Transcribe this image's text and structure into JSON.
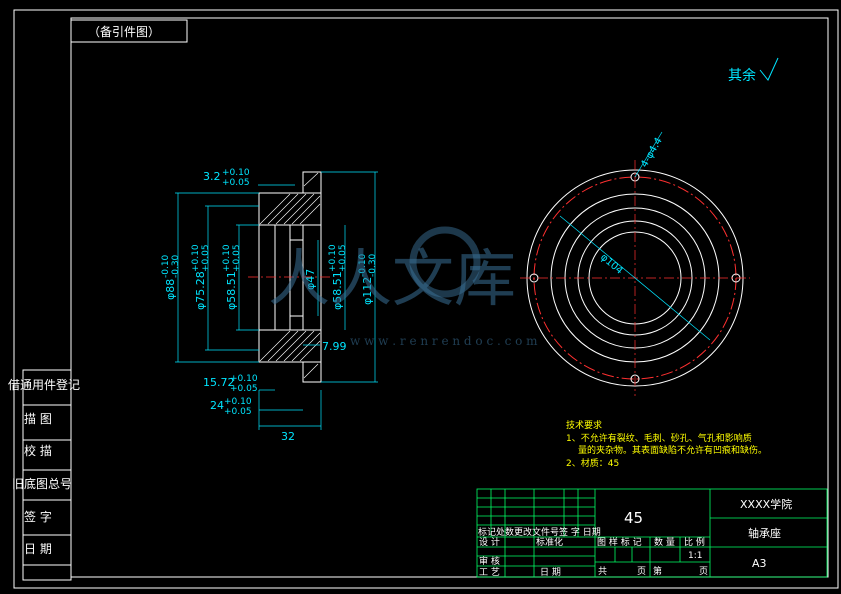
{
  "stamp_label": "（备引件图）",
  "surface_note": "其余",
  "side_labels": [
    "借通用件登记",
    "描 图",
    "校 描",
    "旧底图总号",
    "签 字",
    "日 期"
  ],
  "dimensions_left": {
    "d1": "3.2",
    "d1_tol": [
      "+0.10",
      "+0.05"
    ],
    "d_phi88": "φ88",
    "d_phi88_tol": [
      "-0.10",
      "-0.30"
    ],
    "d_phi75": "φ75.28",
    "d_phi75_tol": [
      "+0.10",
      "+0.05"
    ],
    "d_phi58": "φ58.51",
    "d_phi58_tol": [
      "+0.10",
      "+0.05"
    ],
    "d_phi47": "φ47",
    "d_phi58b": "φ58.51",
    "d_phi58b_tol": [
      "+0.10",
      "+0.05"
    ],
    "d_phi112": "φ112",
    "d_phi112_tol": [
      "-0.10",
      "-0.30"
    ],
    "d_799": "7.99",
    "d_1572": "15.72",
    "d_1572_tol": [
      "+0.10",
      "+0.05"
    ],
    "d_24": "24",
    "d_24_tol": [
      "+0.10",
      "+0.05"
    ],
    "d_32": "32"
  },
  "dimensions_right": {
    "holes": "4-φ4.4",
    "pcd": "φ104"
  },
  "tech_notes": {
    "title": "技术要求",
    "line1": "1、不允许有裂纹、毛刺、砂孔、气孔和影响质",
    "line2": "量的夹杂物。其表面缺陷不允许有凹痕和缺伤。",
    "line3": "2、材质：45"
  },
  "title_block": {
    "material": "45",
    "school": "XXXX学院",
    "part_name": "轴承座",
    "sheet_size": "A3",
    "scale": "1:1",
    "row_change": "标记处数更改文件号签 字 日期",
    "design": "设 计",
    "standard": "标准化",
    "review": "审 核",
    "process": "工 艺",
    "date": "日 期",
    "stage_hdr": "图 样 标 记",
    "weight_hdr": "数 量",
    "scale_hdr": "比 例",
    "total": "共",
    "sheet_of": "页",
    "no": "第",
    "sheet_of2": "页"
  },
  "watermark": {
    "logo": "人人文库",
    "url": "w w w . r e n r e n d o c . c o m"
  }
}
